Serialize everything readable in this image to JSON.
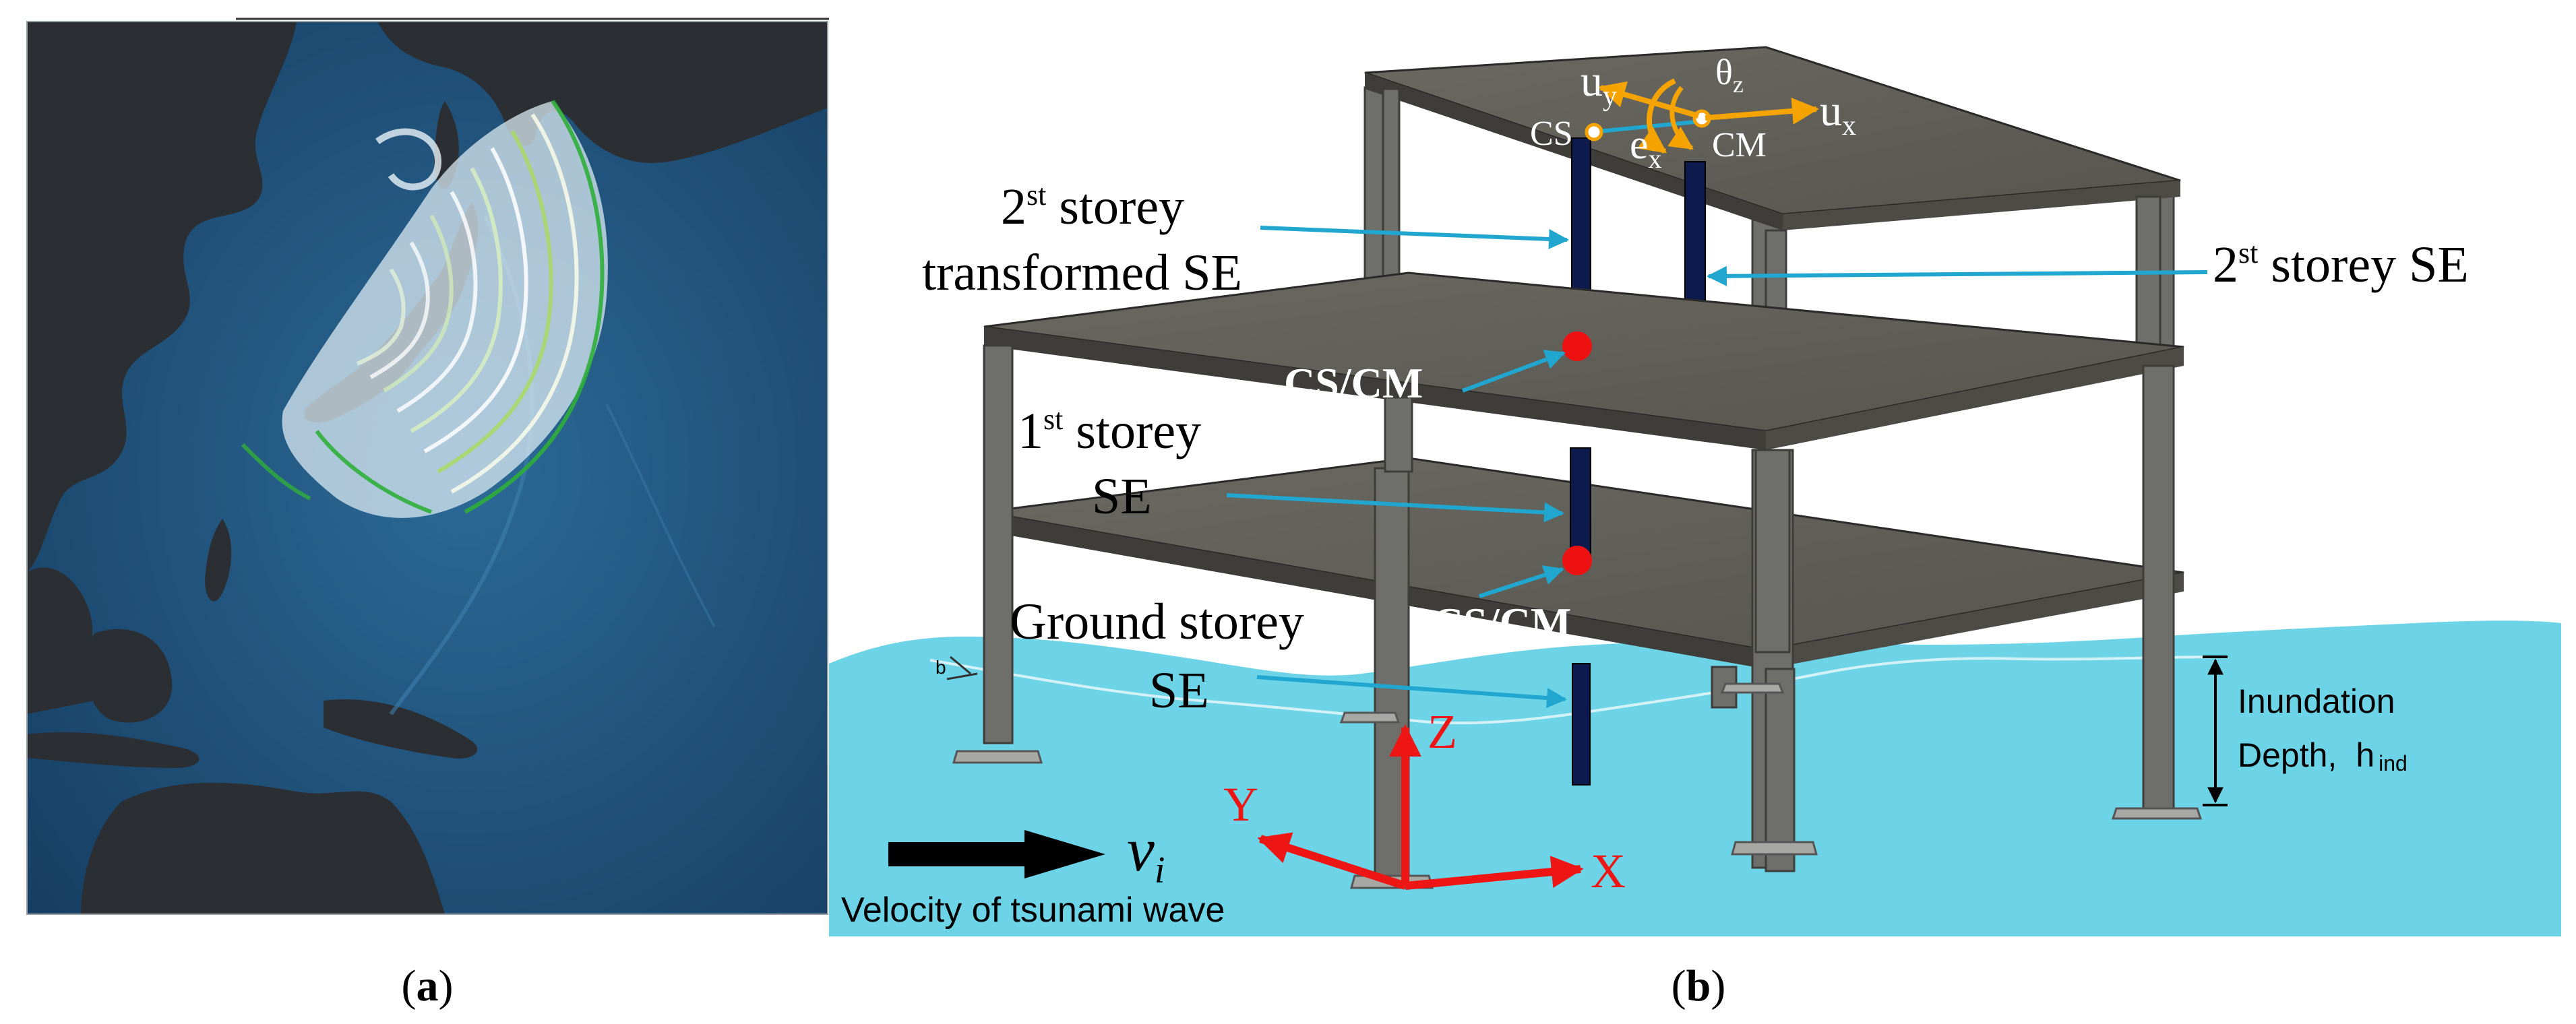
{
  "figure": {
    "panel_a": {
      "caption": "a"
    },
    "panel_b": {
      "caption": "b",
      "top_indicators": {
        "uy_main": "u",
        "uy_sub": "y",
        "theta_main": "θ",
        "theta_sub": "z",
        "ux_main": "u",
        "ux_sub": "x",
        "cs": "CS",
        "ex_main": "e",
        "ex_sub": "x",
        "cm": "CM"
      },
      "labels": {
        "second_storey_transformed": {
          "number": "2",
          "ordinal": "st",
          "line1_rest": " storey",
          "line2": "transformed SE"
        },
        "second_storey_se": {
          "number": "2",
          "ordinal": "st",
          "rest": " storey SE"
        },
        "first_storey_se": {
          "number": "1",
          "ordinal": "st",
          "line1_rest": " storey",
          "line2": "SE"
        },
        "ground_storey_se": {
          "line1": "Ground storey",
          "line2": "SE"
        },
        "cs_cm_upper": "CS/CM",
        "cs_cm_lower": "CS/CM",
        "inundation": {
          "line1": "Inundation",
          "line2": "Depth,",
          "h_main": "h",
          "h_sub": "ind"
        },
        "b_marker": "b",
        "velocity_symbol_main": "v",
        "velocity_symbol_sub": "i",
        "velocity_caption": "Velocity of tsunami wave",
        "axis_x": "X",
        "axis_y": "Y",
        "axis_z": "Z"
      }
    }
  },
  "colors": {
    "ocean_dark": "#1d4f78",
    "land": "#2b2f33",
    "wave_white": "#e8f2f7",
    "water": "#6dd3e6",
    "slab": "#5f5e58",
    "column": "#6e6e6a",
    "element_navy": "#0d1a4e",
    "annotation_arrow": "#20a6cf",
    "indicator_orange": "#f5a300",
    "point_red": "#ee1111",
    "axis_red": "#ee1515"
  }
}
